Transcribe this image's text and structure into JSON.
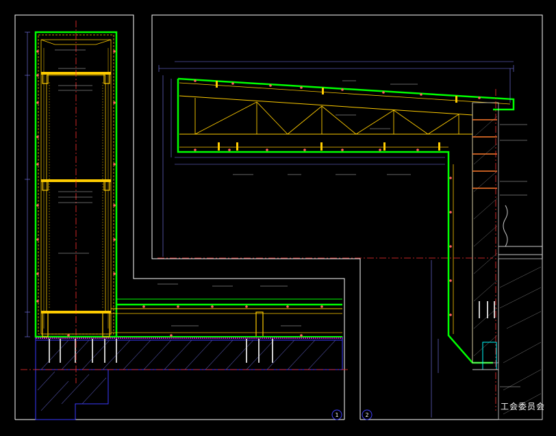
{
  "title": "工会委员会",
  "detail_markers": [
    "1",
    "2"
  ],
  "colors": {
    "background": "#000000",
    "frame": "#ffffff",
    "cladding": "#00ff00",
    "steel": "#ffcc00",
    "dimension": "#a0a0ff",
    "concrete": "#4040ff",
    "wall": "#a0a0a0",
    "axis": "#ff3030",
    "marker": "#ff00ff",
    "anchor": "#ff6060"
  }
}
